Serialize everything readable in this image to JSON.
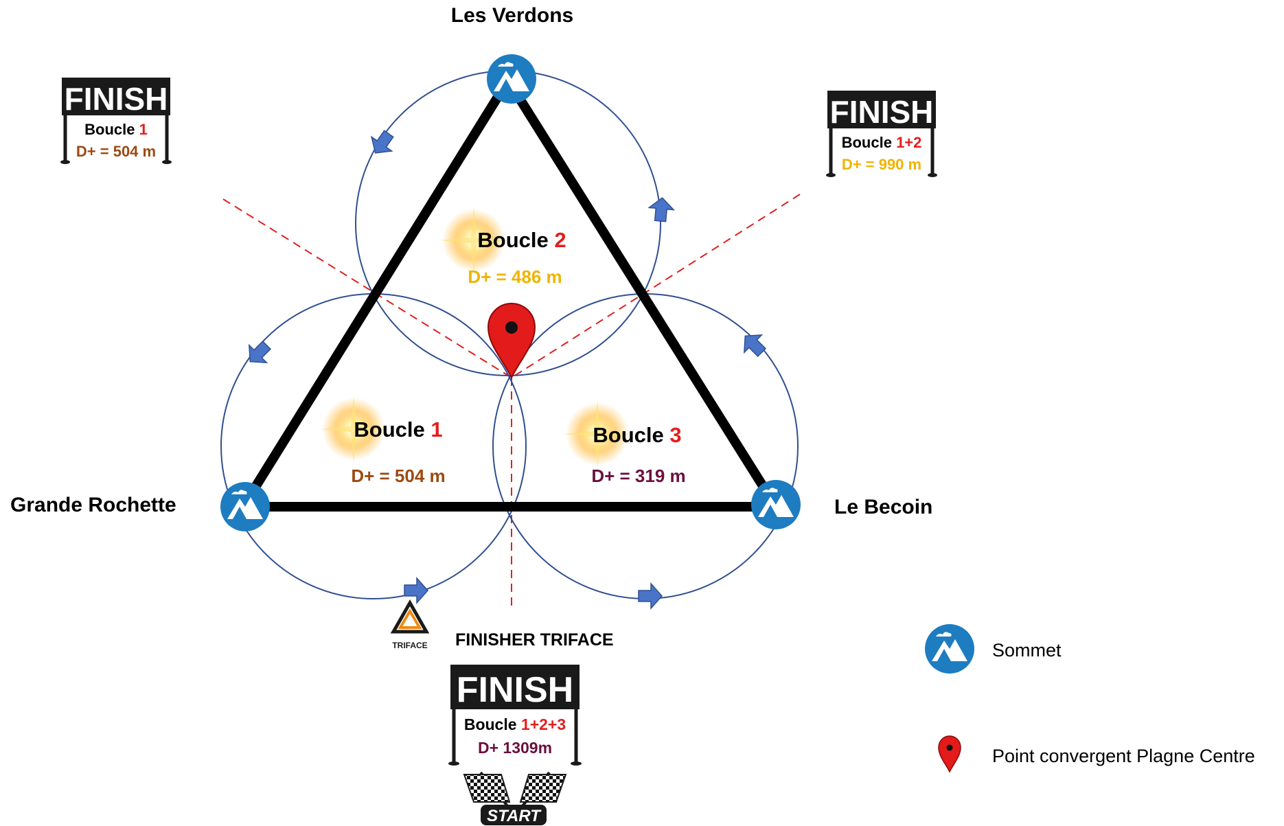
{
  "summits": {
    "top": "Les Verdons",
    "left": "Grande Rochette",
    "right": "Le Becoin"
  },
  "loops": [
    {
      "prefix": "Boucle ",
      "number": "1",
      "dplus": "D+ = 504 m"
    },
    {
      "prefix": "Boucle ",
      "number": "2",
      "dplus": "D+ = 486 m"
    },
    {
      "prefix": "Boucle ",
      "number": "3",
      "dplus": "D+ = 319 m"
    }
  ],
  "finish_boards": {
    "left": {
      "title": "FINISH",
      "loop_prefix": "Boucle ",
      "loop_number": "1",
      "dplus": "D+ = 504 m"
    },
    "right": {
      "title": "FINISH",
      "loop_prefix": "Boucle ",
      "loop_number": "1+2",
      "dplus": "D+ = 990 m"
    },
    "bottom": {
      "title": "FINISH",
      "loop_prefix": "Boucle ",
      "loop_number": "1+2+3",
      "dplus": "D+ 1309m"
    }
  },
  "finisher": {
    "logo_text": "TRIFACE",
    "label": "FINISHER TRIFACE"
  },
  "start_label": "START",
  "legend": {
    "summit_label": "Sommet",
    "pin_label": "Point convergent Plagne Centre"
  },
  "colors": {
    "summit_blue": "#1e7cc1",
    "arrow_blue": "#4a74c8",
    "circle_stroke": "#2f4f8f",
    "pin_red": "#e31b1b",
    "number_red": "#e41e1e",
    "dplus_loop1": "#9c4a12",
    "dplus_loop2": "#f0b400",
    "dplus_loop3": "#6a1040",
    "guide_red": "#e02020"
  },
  "icons": {
    "summit": "mountain-icon",
    "pin": "map-pin-icon",
    "flags": "checkered-flags-icon"
  }
}
